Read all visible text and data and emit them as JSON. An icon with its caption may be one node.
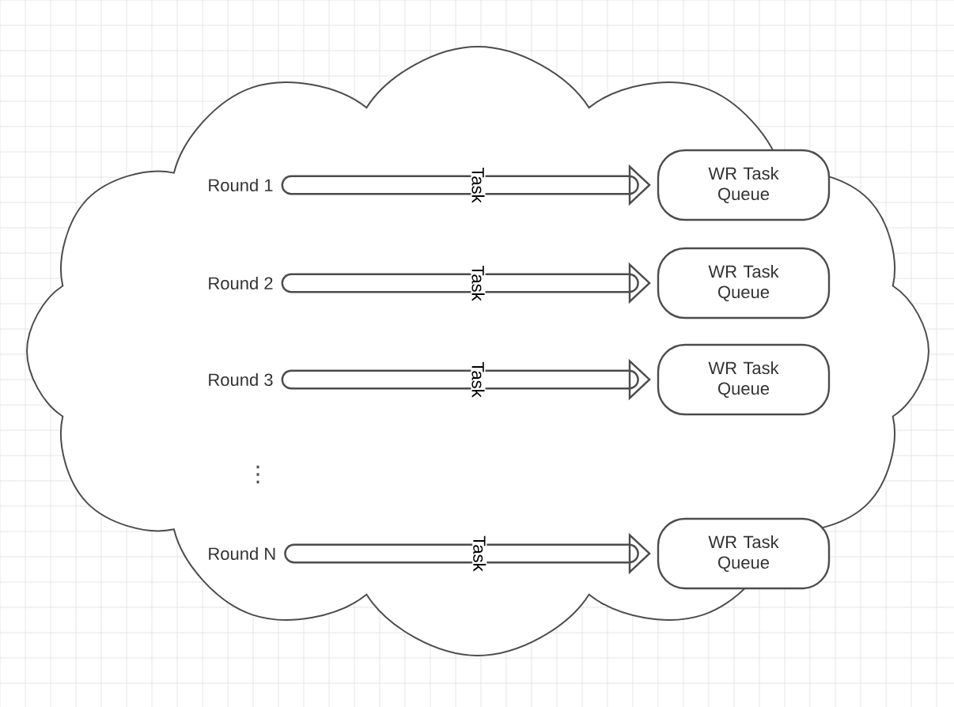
{
  "diagram": {
    "nodes": [
      {
        "text": [],
        "shape": "cloud"
      },
      {
        "text": [
          "Round 1"
        ],
        "in": 0
      },
      {
        "text": [
          "Round 2"
        ],
        "in": 0
      },
      {
        "text": [
          "Round 3"
        ],
        "in": 0
      },
      {
        "text": [
          "Round N"
        ],
        "in": 0
      },
      {
        "text": [
          "WR Task Queue"
        ],
        "in": 0
      },
      {
        "text": [
          "WR Task Queue"
        ],
        "in": 0
      },
      {
        "text": [
          "WR Task Queue"
        ],
        "in": 0
      },
      {
        "text": [
          "WR Task Queue"
        ],
        "in": 0
      }
    ],
    "edges": [
      {
        "from": 1,
        "to": 5,
        "arrow": "to",
        "label": "Task"
      },
      {
        "from": 2,
        "to": 6,
        "arrow": "to",
        "label": "Task"
      },
      {
        "from": 3,
        "to": 7,
        "arrow": "to",
        "label": "Task"
      },
      {
        "from": 4,
        "to": 8,
        "arrow": "to",
        "label": "Task"
      }
    ],
    "labels": [
      "⋮"
    ]
  }
}
